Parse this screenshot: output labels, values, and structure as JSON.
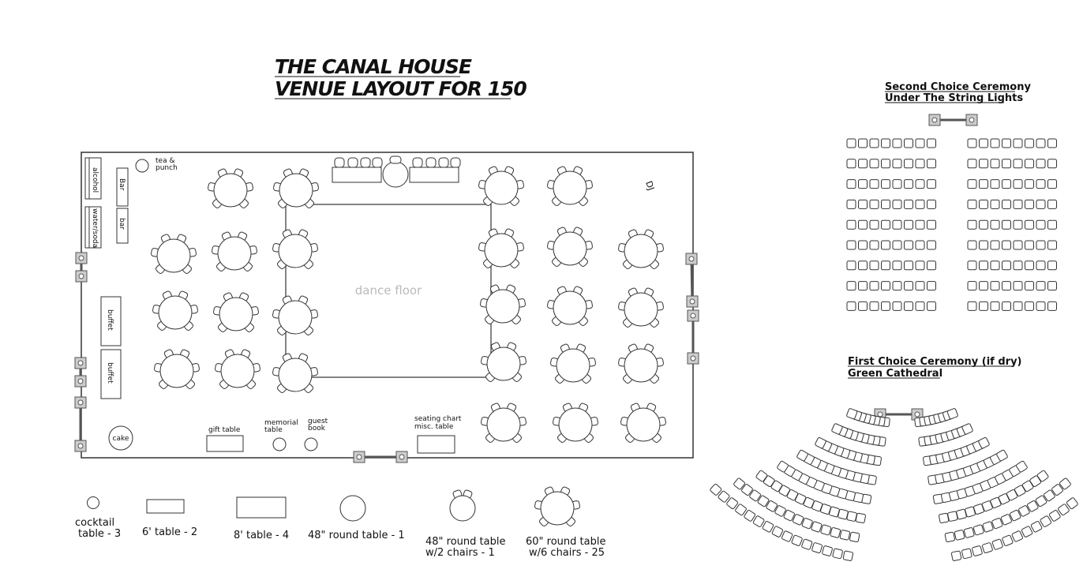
{
  "title": {
    "line1": "THE CANAL HOUSE",
    "line2": "VENUE LAYOUT FOR 150"
  },
  "room": {
    "dance_floor": "dance floor",
    "tea_punch": "tea &",
    "tea_punch2": "punch",
    "alcohol": "alcohol",
    "water_soda": "water/soda",
    "bar_upper": "Bar",
    "bar_lower": "bar",
    "buffet1": "buffet",
    "buffet2": "buffet",
    "cake": "cake",
    "gift_table": "gift table",
    "memorial1": "memorial",
    "memorial2": "table",
    "guest1": "guest",
    "guest2": "book",
    "seating1": "seating chart",
    "seating2": "misc. table",
    "dj": "DJ"
  },
  "legend": {
    "cocktail1": "cocktail",
    "cocktail2": "table - 3",
    "six_ft": "6' table - 2",
    "eight_ft": "8' table - 4",
    "round48": "48\" round table - 1",
    "round48c1": "48\" round table",
    "round48c2": "w/2 chairs - 1",
    "round60c1": "60\" round table",
    "round60c2": "w/6 chairs - 25"
  },
  "ceremony_second": {
    "line1": "Second Choice Ceremony",
    "line2": "Under The String Lights"
  },
  "ceremony_first": {
    "line1": "First Choice Ceremony (if dry)",
    "line2": "Green Cathedral"
  }
}
